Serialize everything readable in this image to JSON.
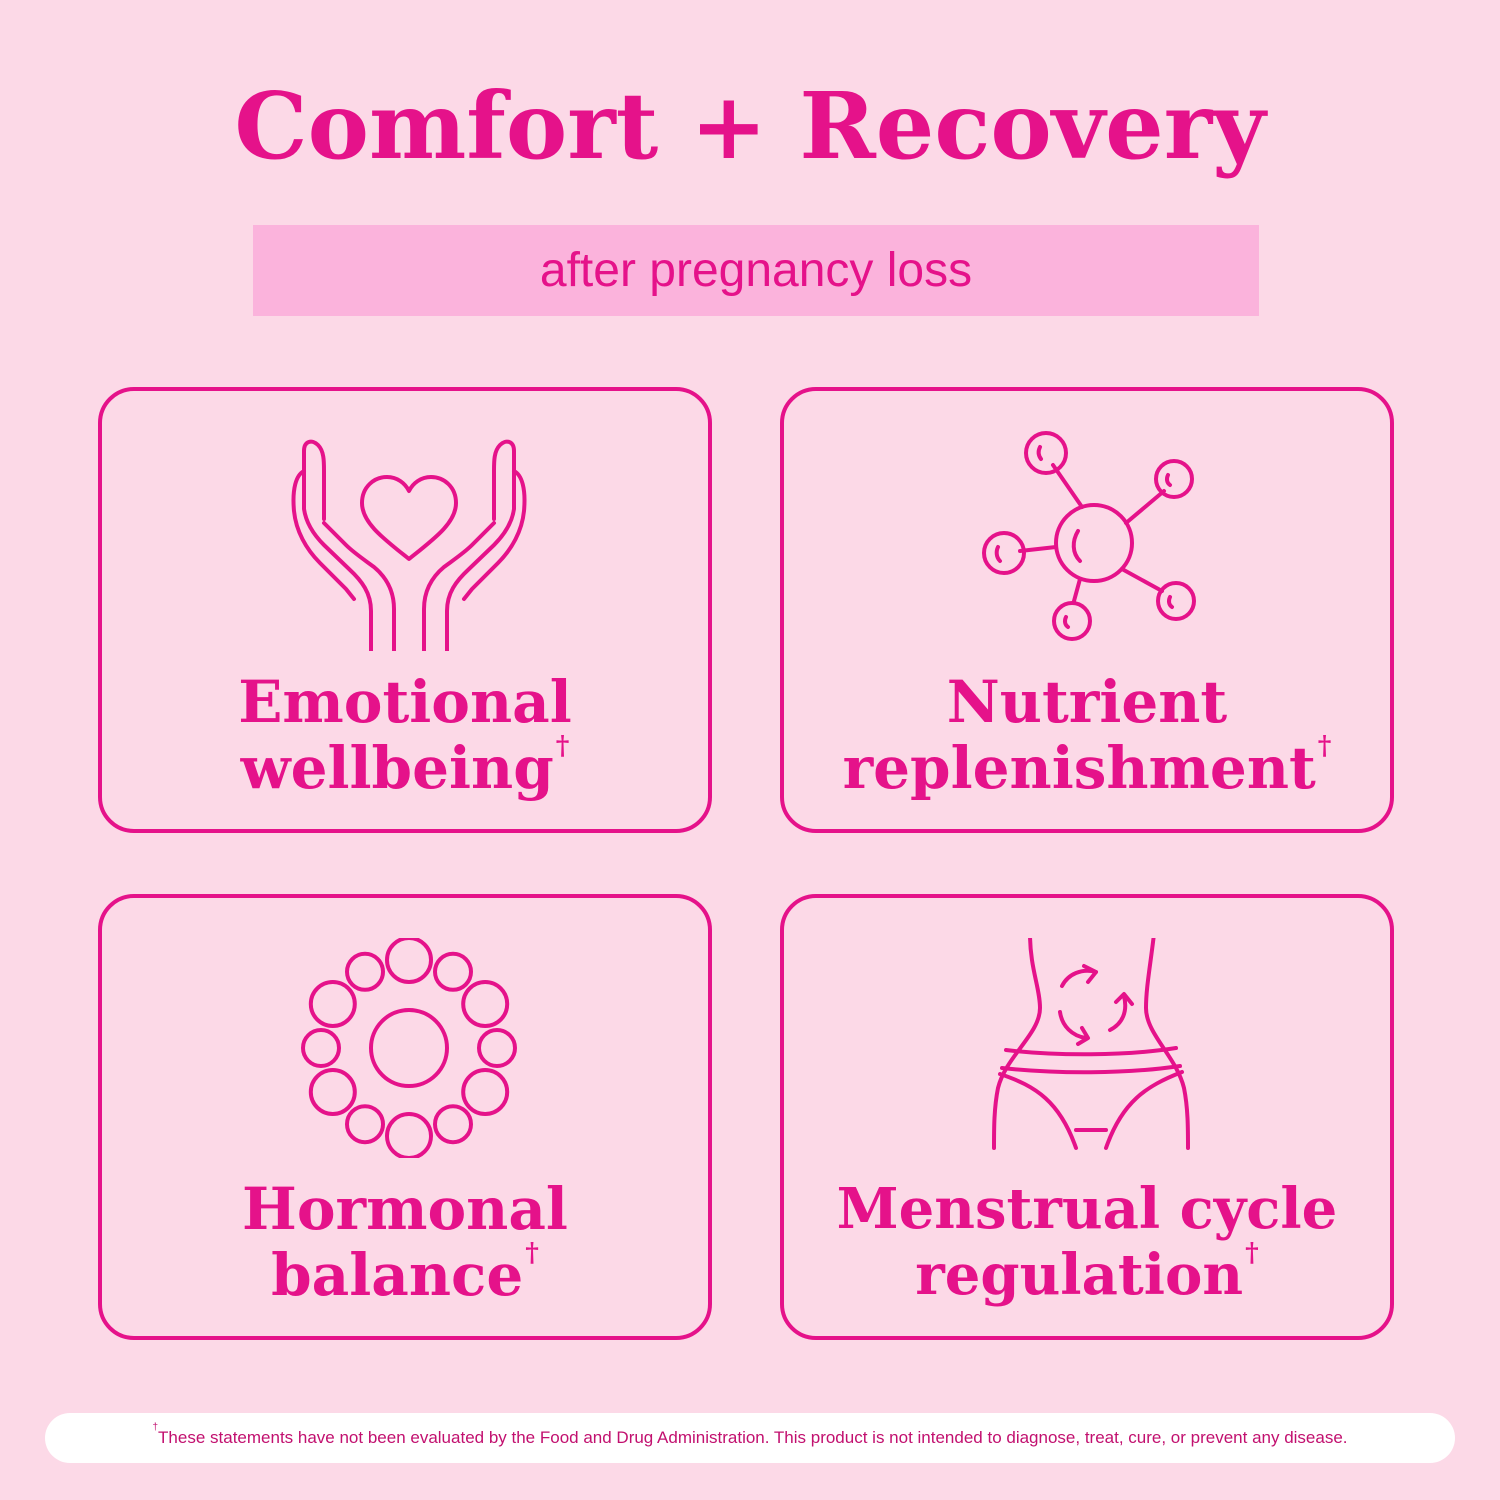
{
  "header": {
    "title": "Comfort + Recovery",
    "subtitle": "after pregnancy loss"
  },
  "cards": [
    {
      "icon": "hands-heart-icon",
      "line1": "Emotional",
      "line2": "wellbeing",
      "mark": "†"
    },
    {
      "icon": "molecule-icon",
      "line1": "Nutrient",
      "line2": "replenishment",
      "mark": "†"
    },
    {
      "icon": "hormone-ring-icon",
      "line1": "Hormonal",
      "line2": "balance",
      "mark": "†"
    },
    {
      "icon": "waist-cycle-icon",
      "line1": "Menstrual cycle",
      "line2": "regulation",
      "mark": "†"
    }
  ],
  "footer": {
    "mark": "†",
    "disclaimer": "These statements have not been evaluated by the Food and Drug Administration. This product is not intended to diagnose, treat, cure, or prevent any disease."
  },
  "colors": {
    "background": "#fcd9e7",
    "accent": "#e5128a",
    "band": "#fbb3dc"
  }
}
